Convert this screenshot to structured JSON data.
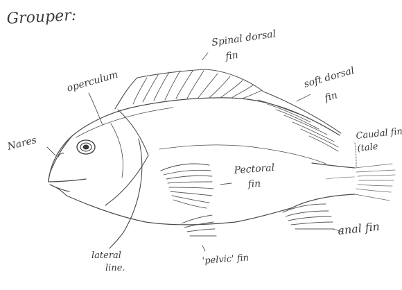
{
  "title": "Grouper:",
  "labels": {
    "spinal_dorsal_fin": [
      "Spinal dorsal",
      "fin"
    ],
    "operculum": "operculum",
    "soft_dorsal_fin": [
      "soft dorsal",
      "fin"
    ],
    "nares": "Nares",
    "caudal_fin": [
      "Caudal fin",
      "(tale"
    ],
    "pectoral_fin": [
      "Pectoral",
      "fin"
    ],
    "anal_fin": "anal fin",
    "lateral_line": [
      "lateral",
      "line."
    ],
    "pelvic_fin": "'pelvic' fin"
  },
  "colors": {
    "ink": "#3a3a3a",
    "paper": "#ffffff"
  }
}
